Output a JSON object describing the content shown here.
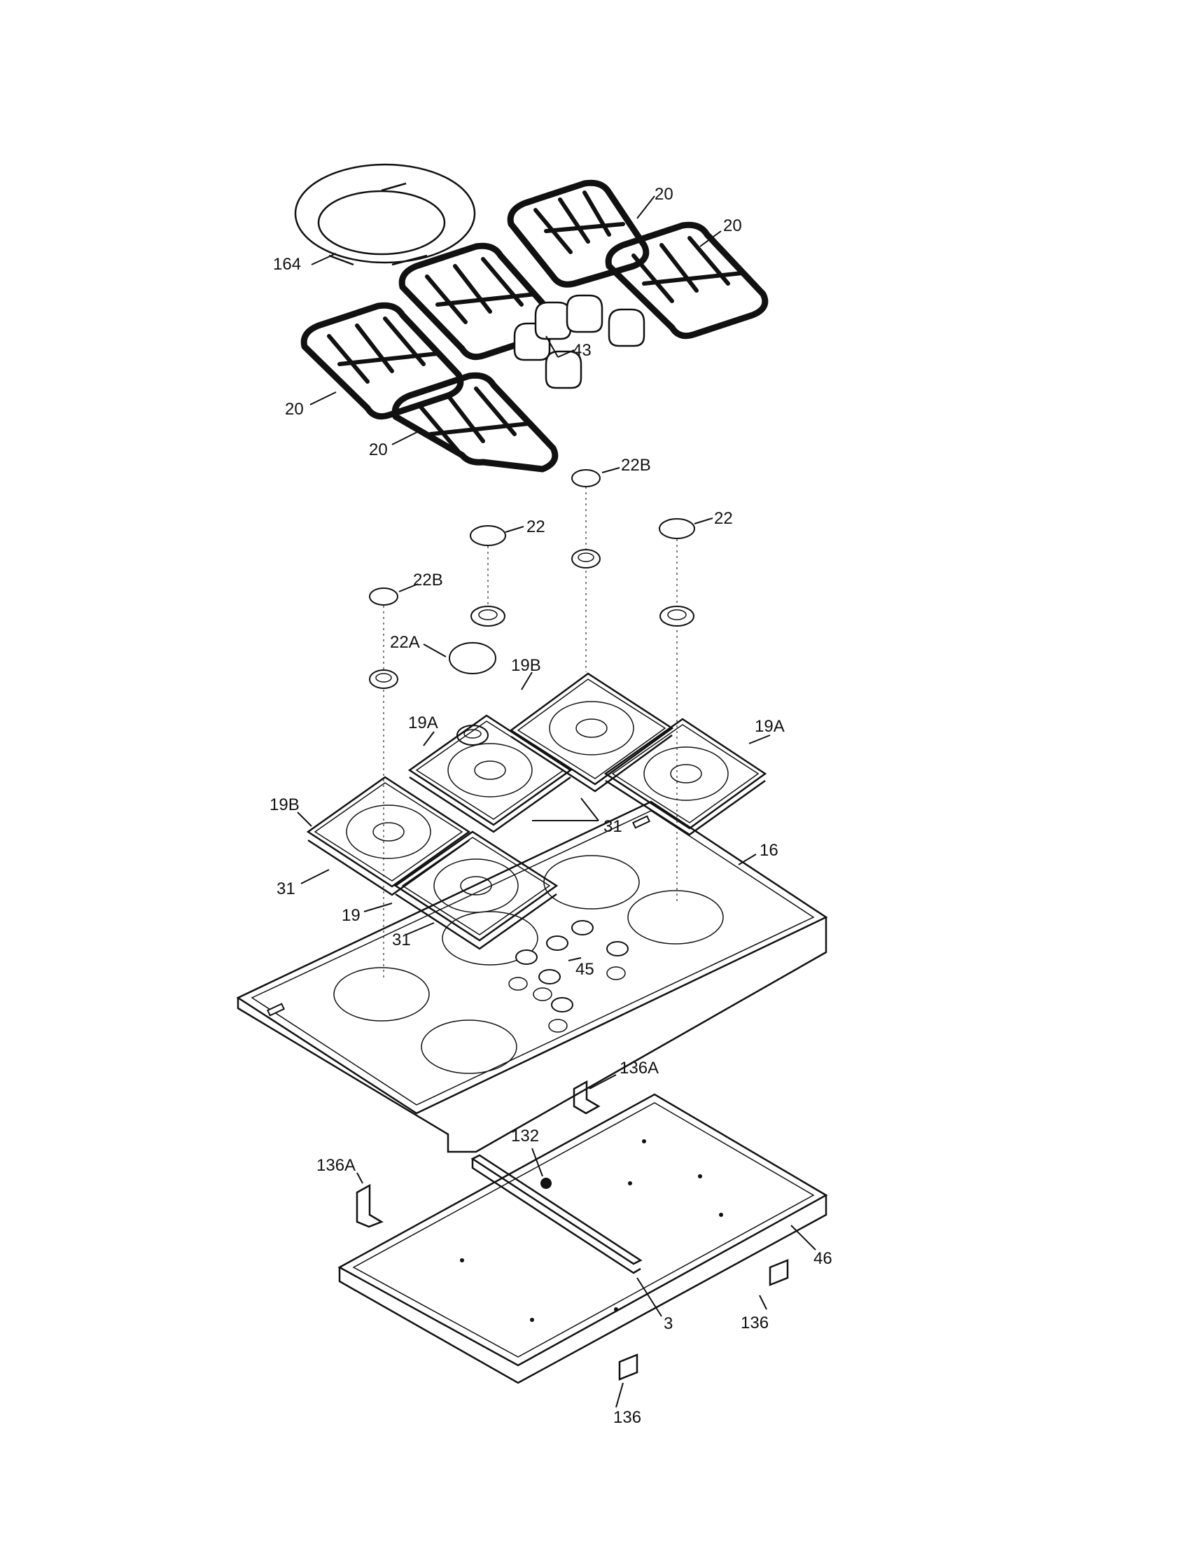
{
  "labels": {
    "ring": "164",
    "grate_a": "20",
    "grate_b": "20",
    "grate_c": "20",
    "grate_d": "20",
    "knobs": "43",
    "cap_22b_top": "22B",
    "cap_22_left": "22",
    "cap_22_right": "22",
    "cap_22b_left": "22B",
    "cap_22a": "22A",
    "pan_19b_top": "19B",
    "pan_19a_mid": "19A",
    "pan_19a_right": "19A",
    "pan_19b_left": "19B",
    "pan_19": "19",
    "ring_31_mid": "31",
    "ring_31_left": "31",
    "ring_31_bottom": "31",
    "cooktop_16": "16",
    "grommet_45": "45",
    "bracket_136a_top": "136A",
    "bracket_136a_left": "136A",
    "fastener_132": "132",
    "base_46": "46",
    "rail_3": "3",
    "bracket_136_right": "136",
    "bracket_136_bottom": "136"
  }
}
